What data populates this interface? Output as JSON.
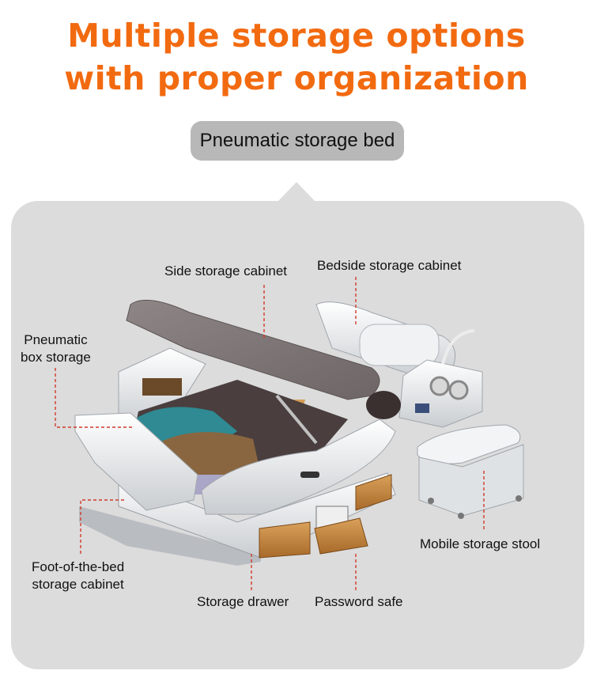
{
  "headline": {
    "line1": "Multiple storage options",
    "line2": "with proper organization",
    "color": "#f26a10"
  },
  "subtitle": "Pneumatic storage bed",
  "labels": {
    "side_storage_cabinet": "Side storage cabinet",
    "bedside_storage_cabinet": "Bedside storage cabinet",
    "pneumatic_line1": "Pneumatic",
    "pneumatic_line2": "box storage",
    "foot_line1": "Foot-of-the-bed",
    "foot_line2": "storage cabinet",
    "mobile_storage_stool": "Mobile storage stool",
    "storage_drawer": "Storage drawer",
    "password_safe": "Password safe"
  },
  "colors": {
    "panel": "#dcdcdc",
    "pill": "#b8b8b8",
    "leader_line": "#d23a2a"
  }
}
